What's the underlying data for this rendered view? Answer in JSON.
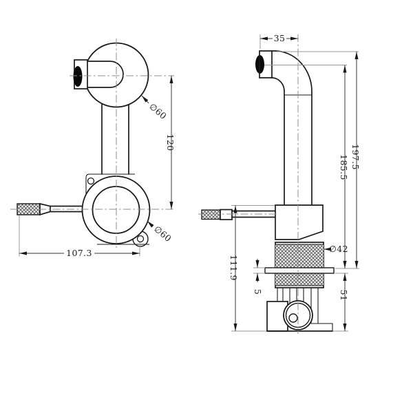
{
  "meta": {
    "background": "#ffffff",
    "line_color": "#1a1a1a",
    "drawing_type": "faucet technical drawing, two orthographic views"
  },
  "dims": {
    "spout_reach": "35",
    "head_diameter": "∅60",
    "spout_height": "120",
    "base_diameter": "∅60",
    "handle_span": "107.3",
    "overall_height": "197.5",
    "outlet_height": "185.5",
    "body_height": "111.9",
    "plate_thickness": "5",
    "below_deck_height": "51",
    "collar_diameter": "∅42"
  }
}
